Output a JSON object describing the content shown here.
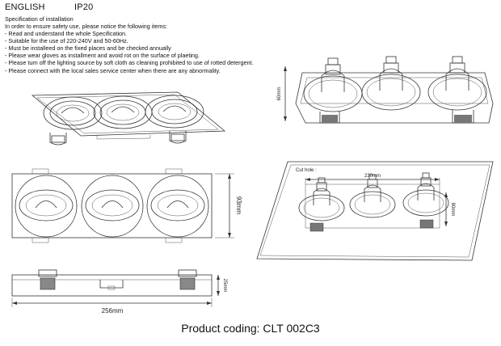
{
  "header": {
    "language": "ENGLISH",
    "protection": "IP20"
  },
  "spec": {
    "title": "Specification of installation",
    "items": [
      "In order to ensure safety use, please notice the following items:",
      "- Read and understand the whole Specification.",
      "- Suitable for the use of 220-240V and 50-60Hz.",
      "- Must be installeed on the fixed places and be checked annually",
      "- Please wear gloves as installment and avoid rot on the surface of plaeting.",
      "- Please turn off the lighting source by soft cloth as cleaning prohibited to use of rotted detergent.",
      "- Please connect with the local sales service center when there are any abnormality."
    ]
  },
  "dimensions": {
    "height_side": "60mm",
    "width_front": "256mm",
    "height_front": "93mm",
    "depth_side": "25mm",
    "cut_hole_label": "Cut hole :",
    "cut_width": "230mm",
    "cut_height": "80mm"
  },
  "footer": {
    "product_coding": "Product coding: CLT 002C3"
  }
}
